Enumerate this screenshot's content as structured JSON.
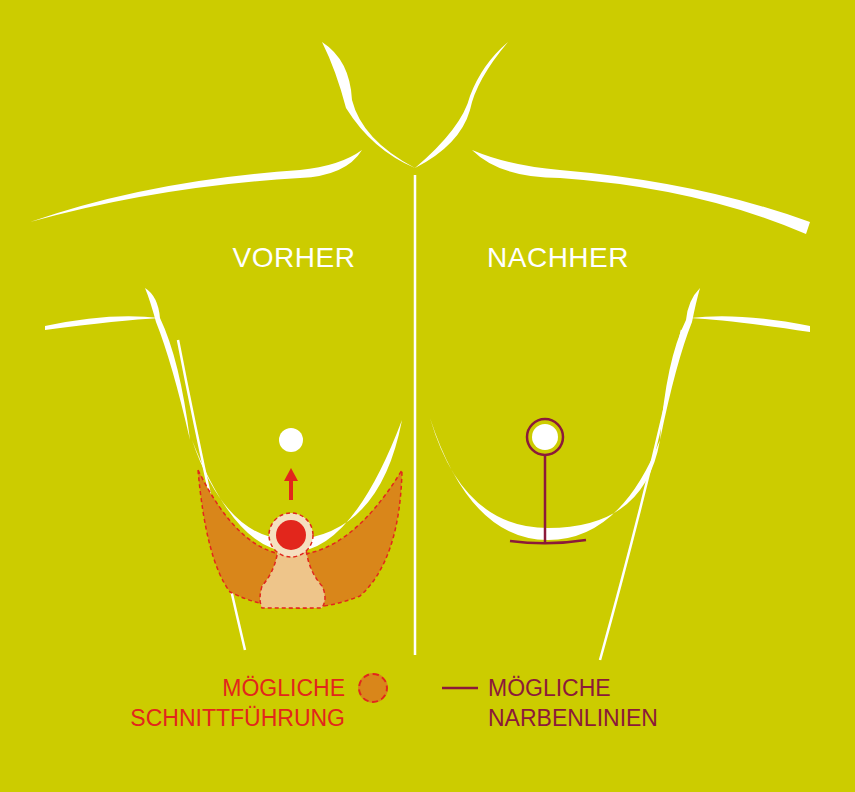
{
  "diagram": {
    "labels": [
      "VORHER",
      "NACHHER"
    ],
    "legend": [
      {
        "text": "MÖGLICHE SCHNITTFÜHRUNG",
        "color": "#d9861a"
      },
      {
        "text": "MÖGLICHE NARBENLINIEN"
      }
    ]
  }
}
